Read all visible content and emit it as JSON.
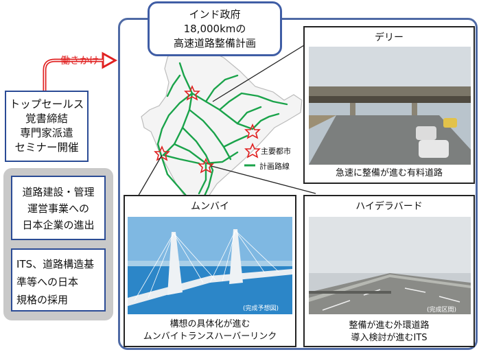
{
  "title_box": {
    "line1": "インド政府",
    "line2": "18,000kmの",
    "line3": "高速道路整備計画"
  },
  "approach_label": "働きかけ",
  "left_box_top": [
    "トップセールス",
    "覚書締結",
    "専門家派遣",
    "セミナー開催"
  ],
  "left_box_mid": [
    "道路建設・管理",
    "運営事業への",
    "日本企業の進出"
  ],
  "left_box_bottom": [
    "ITS、道路構造基",
    "準等への日本",
    "規格の採用"
  ],
  "legend": {
    "city": "主要都市",
    "route": "計画路線"
  },
  "panels": {
    "delhi": {
      "title": "デリー",
      "caption": "急速に整備が進む有料道路"
    },
    "mumbai": {
      "title": "ムンバイ",
      "photo_note": "(完成予想図)",
      "caption1": "構想の具体化が進む",
      "caption2": "ムンバイトランスハーバーリンク"
    },
    "hyderabad": {
      "title": "ハイデラバード",
      "photo_note": "(完成区間)",
      "caption1": "整備が進む外環道路",
      "caption2": "導入検討が進むITS"
    }
  },
  "colors": {
    "frame": "#4f6aa5",
    "arrow": "#e02020",
    "route": "#1aa34a",
    "star": "#e02020"
  }
}
